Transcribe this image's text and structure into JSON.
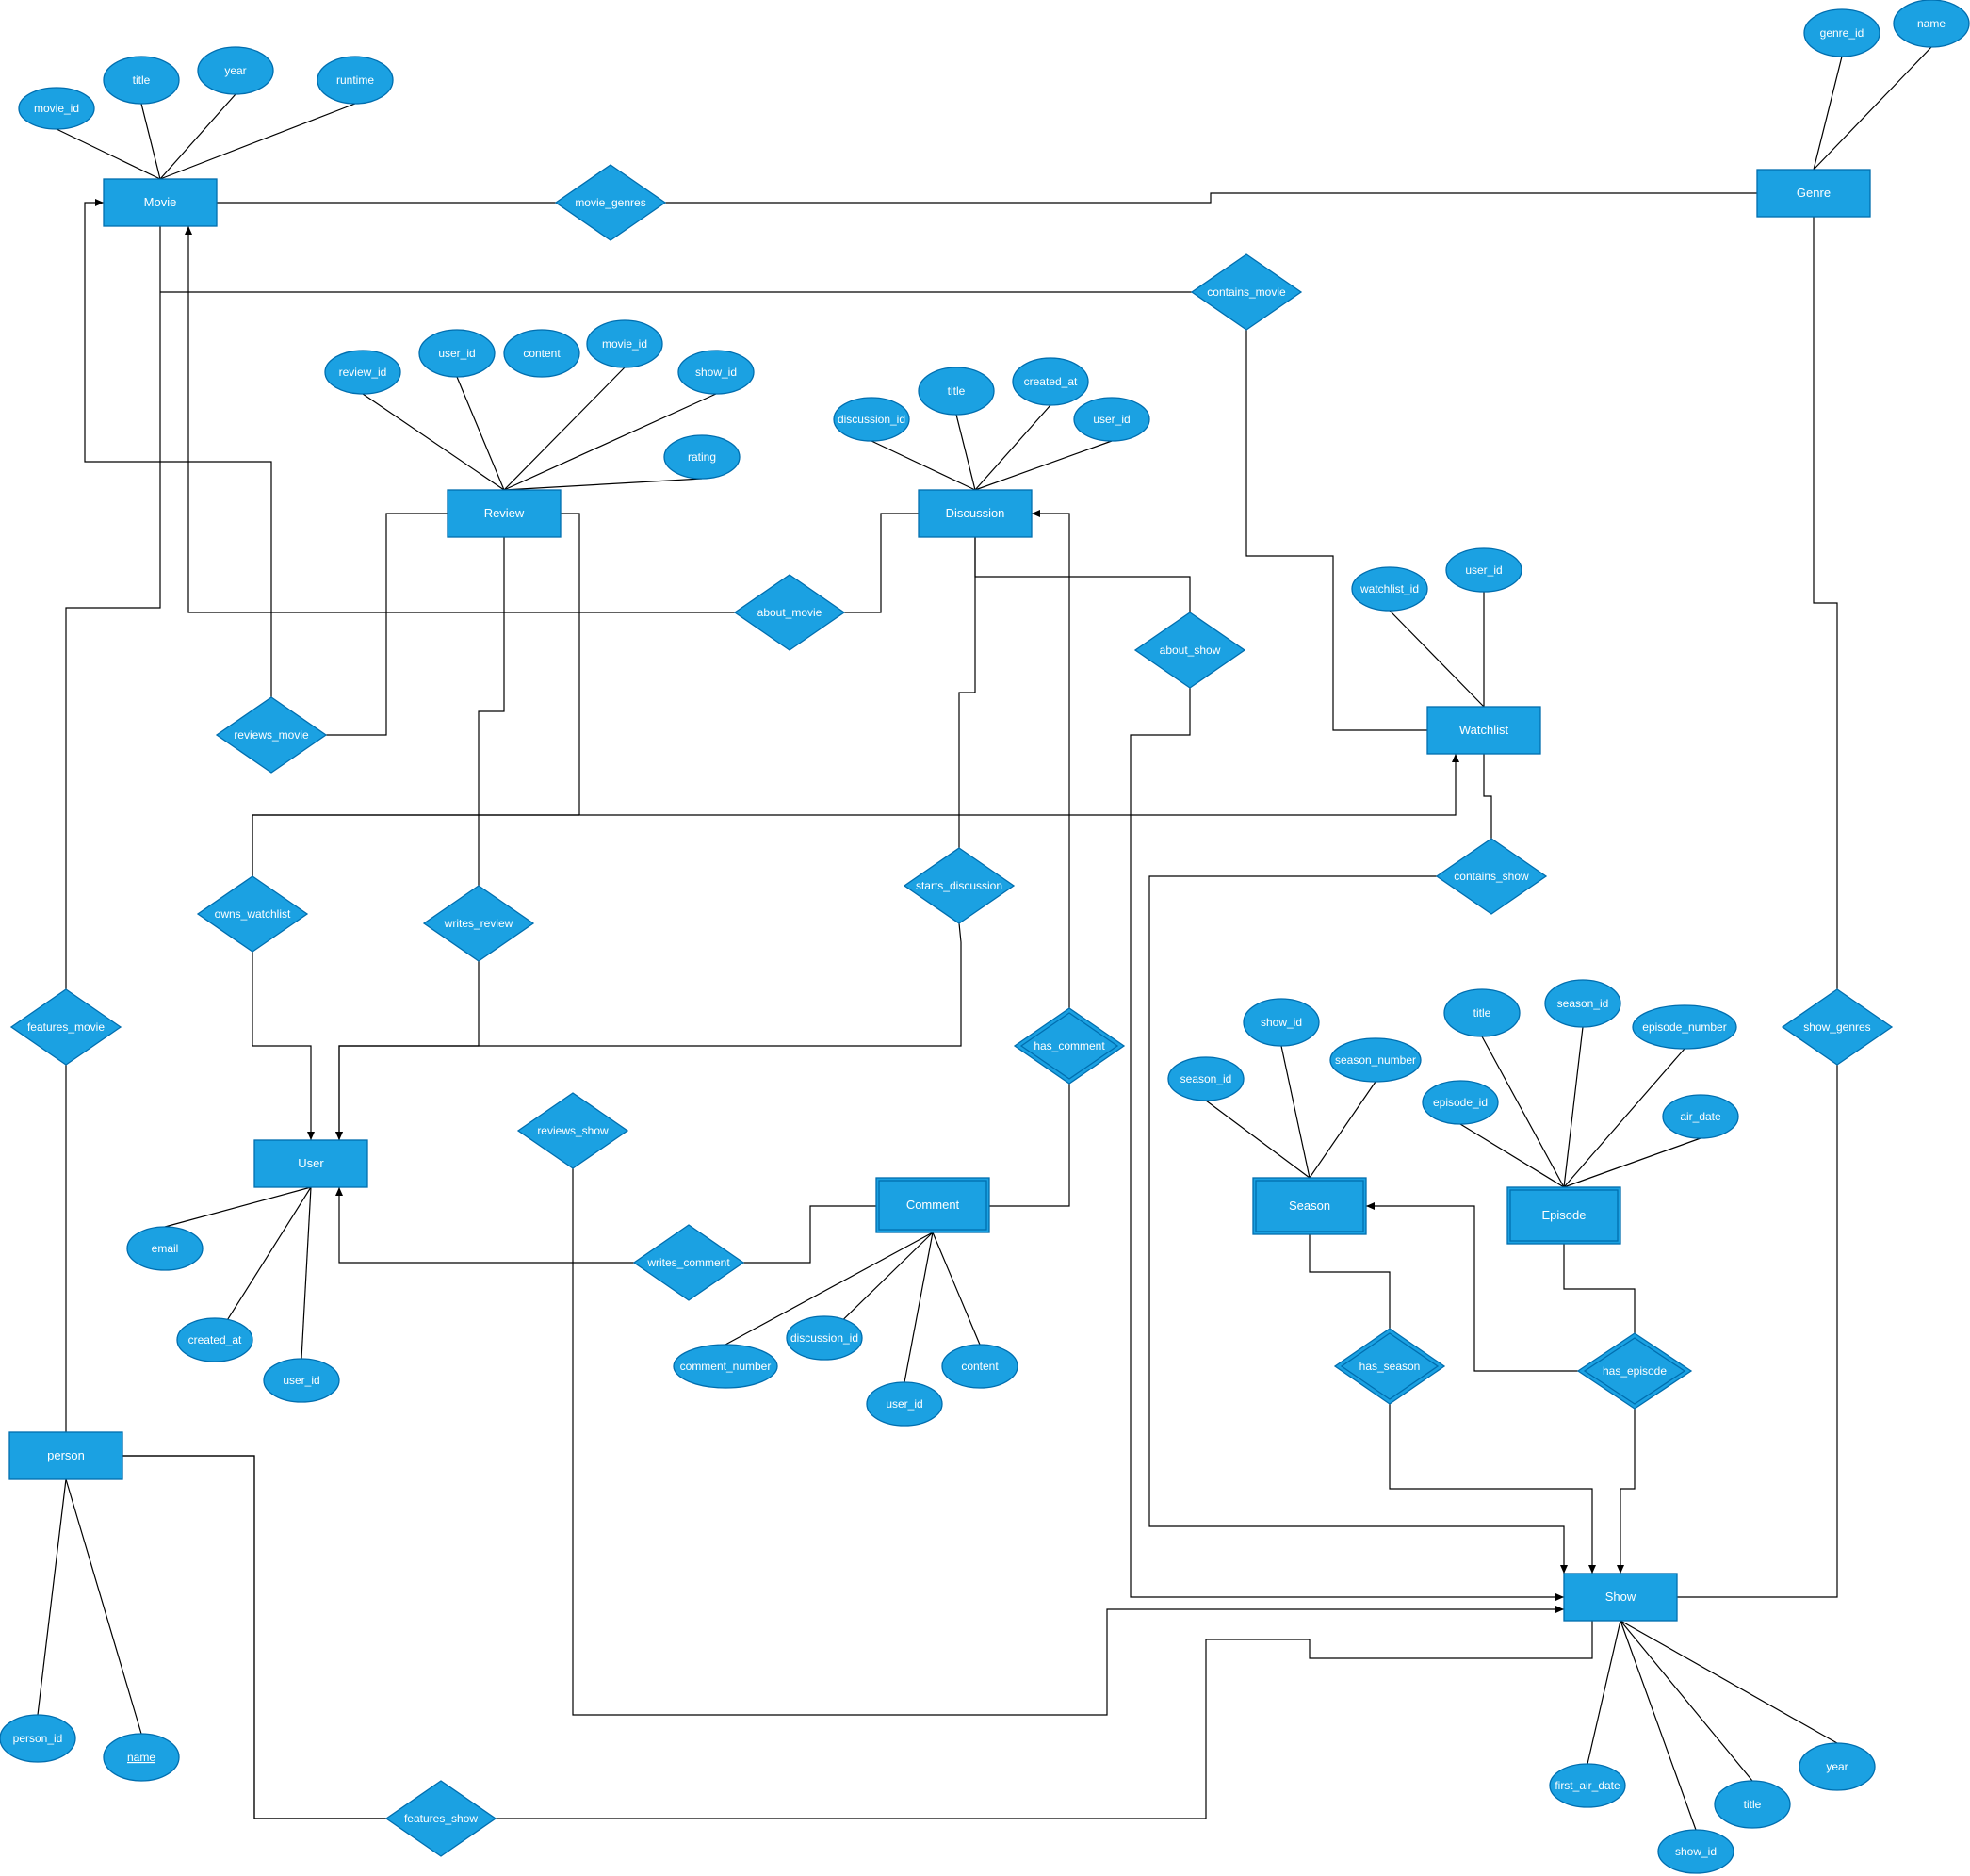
{
  "entities": [
    {
      "id": "movie",
      "label": "Movie"
    },
    {
      "id": "genre",
      "label": "Genre"
    },
    {
      "id": "review",
      "label": "Review"
    },
    {
      "id": "discussion",
      "label": "Discussion"
    },
    {
      "id": "watchlist",
      "label": "Watchlist"
    },
    {
      "id": "user",
      "label": "User"
    },
    {
      "id": "comment",
      "label": "Comment",
      "weak": true
    },
    {
      "id": "season",
      "label": "Season",
      "weak": true
    },
    {
      "id": "episode",
      "label": "Episode",
      "weak": true
    },
    {
      "id": "show",
      "label": "Show"
    },
    {
      "id": "person",
      "label": "person"
    }
  ],
  "relationships": [
    {
      "id": "movie_genres",
      "label": "movie_genres"
    },
    {
      "id": "contains_movie",
      "label": "contains_movie"
    },
    {
      "id": "about_movie",
      "label": "about_movie"
    },
    {
      "id": "about_show",
      "label": "about_show"
    },
    {
      "id": "reviews_movie",
      "label": "reviews_movie"
    },
    {
      "id": "owns_watchlist",
      "label": "owns_watchlist"
    },
    {
      "id": "writes_review",
      "label": "writes_review"
    },
    {
      "id": "starts_discussion",
      "label": "starts_discussion"
    },
    {
      "id": "contains_show",
      "label": "contains_show"
    },
    {
      "id": "features_movie",
      "label": "features_movie"
    },
    {
      "id": "has_comment",
      "label": "has_comment",
      "identifying": true
    },
    {
      "id": "show_genres",
      "label": "show_genres"
    },
    {
      "id": "reviews_show",
      "label": "reviews_show"
    },
    {
      "id": "writes_comment",
      "label": "writes_comment"
    },
    {
      "id": "has_season",
      "label": "has_season",
      "identifying": true
    },
    {
      "id": "has_episode",
      "label": "has_episode",
      "identifying": true
    },
    {
      "id": "features_show",
      "label": "features_show"
    }
  ],
  "attributes": [
    {
      "id": "movie_movie_id",
      "label": "movie_id"
    },
    {
      "id": "movie_title",
      "label": "title"
    },
    {
      "id": "movie_year",
      "label": "year"
    },
    {
      "id": "movie_runtime",
      "label": "runtime"
    },
    {
      "id": "genre_genre_id",
      "label": "genre_id"
    },
    {
      "id": "genre_name",
      "label": "name"
    },
    {
      "id": "review_review_id",
      "label": "review_id"
    },
    {
      "id": "review_user_id",
      "label": "user_id"
    },
    {
      "id": "review_content",
      "label": "content"
    },
    {
      "id": "review_movie_id",
      "label": "movie_id"
    },
    {
      "id": "review_show_id",
      "label": "show_id"
    },
    {
      "id": "review_rating",
      "label": "rating"
    },
    {
      "id": "disc_discussion_id",
      "label": "discussion_id"
    },
    {
      "id": "disc_title",
      "label": "title"
    },
    {
      "id": "disc_created_at",
      "label": "created_at"
    },
    {
      "id": "disc_user_id",
      "label": "user_id"
    },
    {
      "id": "wl_watchlist_id",
      "label": "watchlist_id"
    },
    {
      "id": "wl_user_id",
      "label": "user_id"
    },
    {
      "id": "user_email",
      "label": "email"
    },
    {
      "id": "user_created_at",
      "label": "created_at"
    },
    {
      "id": "user_user_id",
      "label": "user_id"
    },
    {
      "id": "com_comment_number",
      "label": "comment_number"
    },
    {
      "id": "com_discussion_id",
      "label": "discussion_id"
    },
    {
      "id": "com_user_id",
      "label": "user_id"
    },
    {
      "id": "com_content",
      "label": "content"
    },
    {
      "id": "season_season_id",
      "label": "season_id"
    },
    {
      "id": "season_show_id",
      "label": "show_id"
    },
    {
      "id": "season_season_number",
      "label": "season_number"
    },
    {
      "id": "ep_title",
      "label": "title"
    },
    {
      "id": "ep_season_id",
      "label": "season_id"
    },
    {
      "id": "ep_episode_number",
      "label": "episode_number"
    },
    {
      "id": "ep_episode_id",
      "label": "episode_id"
    },
    {
      "id": "ep_air_date",
      "label": "air_date"
    },
    {
      "id": "show_first_air_date",
      "label": "first_air_date"
    },
    {
      "id": "show_show_id",
      "label": "show_id"
    },
    {
      "id": "show_title",
      "label": "title"
    },
    {
      "id": "show_year",
      "label": "year"
    },
    {
      "id": "person_person_id",
      "label": "person_id"
    },
    {
      "id": "person_name",
      "label": "name",
      "underline": true
    }
  ],
  "colors": {
    "fill": "#1ba1e2",
    "stroke": "#006eaf",
    "text": "#ffffff",
    "line": "#000000"
  }
}
